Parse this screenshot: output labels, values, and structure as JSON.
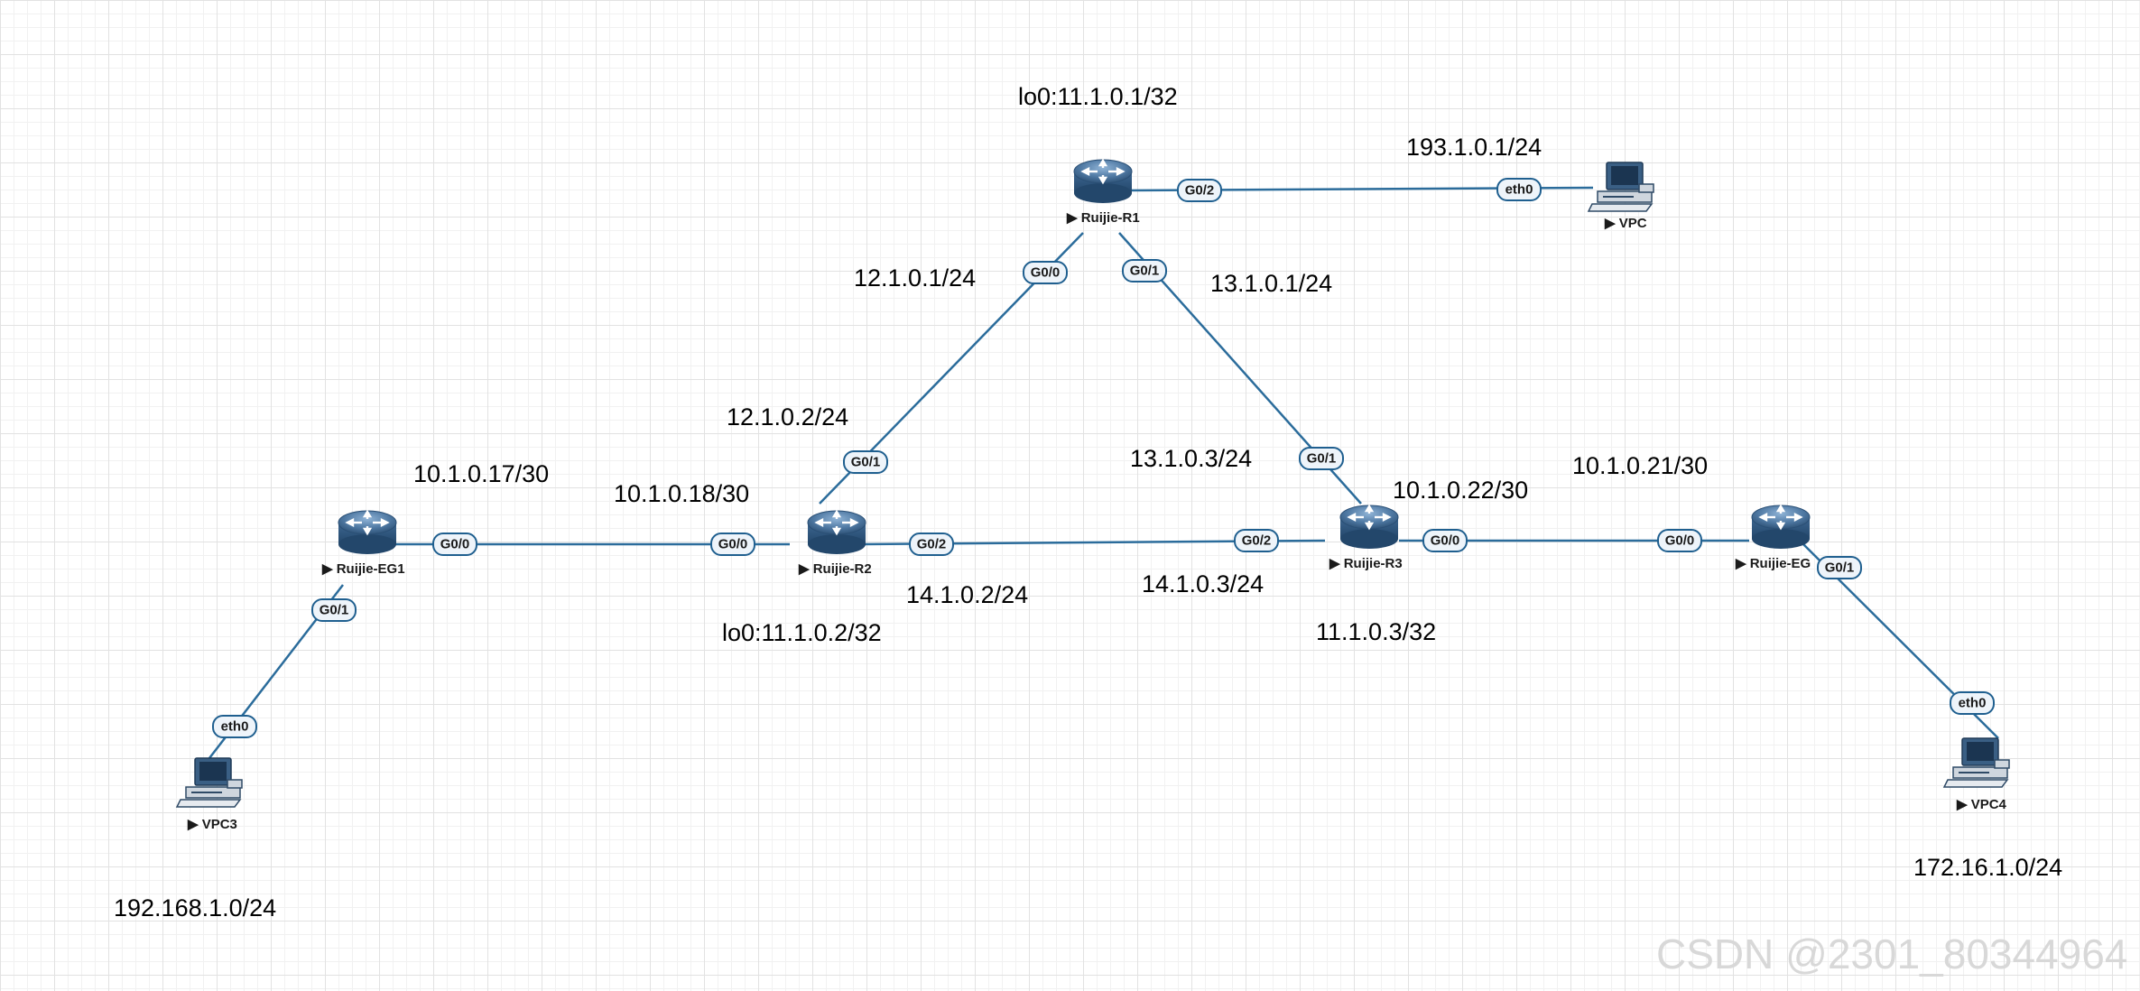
{
  "devices": {
    "r1": {
      "name": "Ruijie-R1"
    },
    "r2": {
      "name": "Ruijie-R2"
    },
    "r3": {
      "name": "Ruijie-R3"
    },
    "eg1": {
      "name": "Ruijie-EG1"
    },
    "eg2": {
      "name": "Ruijie-EG"
    },
    "vpc": {
      "name": "VPC"
    },
    "vpc3": {
      "name": "VPC3"
    },
    "vpc4": {
      "name": "VPC4"
    }
  },
  "ports": {
    "r1_g02": "G0/2",
    "vpc_eth0": "eth0",
    "r1_g00": "G0/0",
    "r1_g01": "G0/1",
    "r2_g01": "G0/1",
    "r2_g00": "G0/0",
    "r2_g02": "G0/2",
    "r3_g01": "G0/1",
    "r3_g02": "G0/2",
    "r3_g00": "G0/0",
    "eg1_g00": "G0/0",
    "eg1_g01": "G0/1",
    "vpc3_eth0": "eth0",
    "eg2_g00": "G0/0",
    "eg2_g01": "G0/1",
    "vpc4_eth0": "eth0"
  },
  "labels": {
    "r1_lo0": "lo0:11.1.0.1/32",
    "r1_vpc_net": "193.1.0.1/24",
    "r1_r2_a": "12.1.0.1/24",
    "r1_r3_a": "13.1.0.1/24",
    "r1_r2_b": "12.1.0.2/24",
    "r3_r1": "13.1.0.3/24",
    "eg1_g00_ip": "10.1.0.17/30",
    "r2_g00_ip": "10.1.0.18/30",
    "r3_g00_ip": "10.1.0.22/30",
    "eg2_g00_ip": "10.1.0.21/30",
    "r2_g02_ip": "14.1.0.2/24",
    "r3_g02_ip": "14.1.0.3/24",
    "r2_lo0": "lo0:11.1.0.2/32",
    "r3_lo0": "11.1.0.3/32",
    "vpc3_net": "192.168.1.0/24",
    "vpc4_net": "172.16.1.0/24"
  },
  "watermark": "CSDN @2301_80344964",
  "colors": {
    "link": "#2b6c9b",
    "router": "#4f79a3",
    "grid": "#e2e2e2"
  }
}
